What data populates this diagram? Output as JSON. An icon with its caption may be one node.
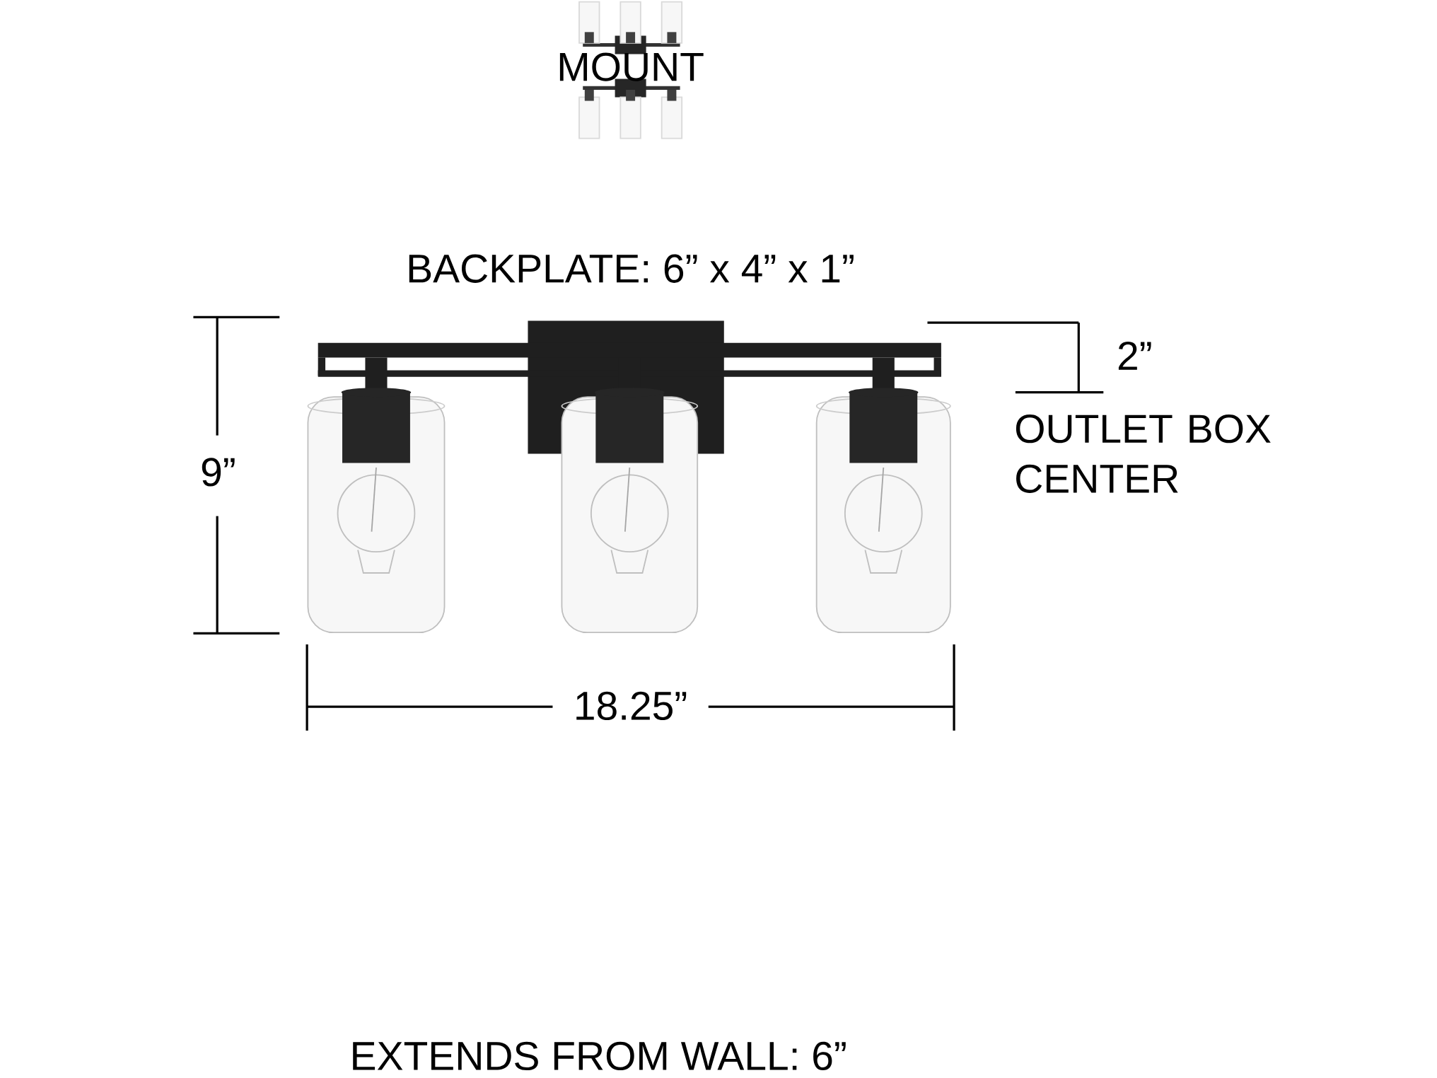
{
  "diagram": {
    "labels": [
      "MOUNT",
      "BACKPLATE: 6” x 4” x 1”",
      "2”",
      "OUTLET BOX CENTER",
      "9”",
      "18.25”",
      "EXTENDS FROM WALL: 6”"
    ]
  }
}
